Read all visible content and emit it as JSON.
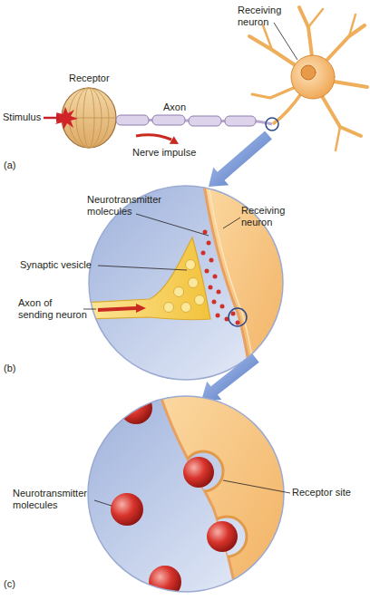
{
  "diagram": {
    "labels": [
      "Receiving neuron",
      "Receptor",
      "Stimulus",
      "Axon",
      "Nerve impulse",
      "(a)",
      "Neurotransmitter molecules",
      "Receiving neuron",
      "Synaptic vesicle",
      "Axon of sending neuron",
      "(b)",
      "Neurotransmitter molecules",
      "Receptor site",
      "(c)"
    ]
  }
}
